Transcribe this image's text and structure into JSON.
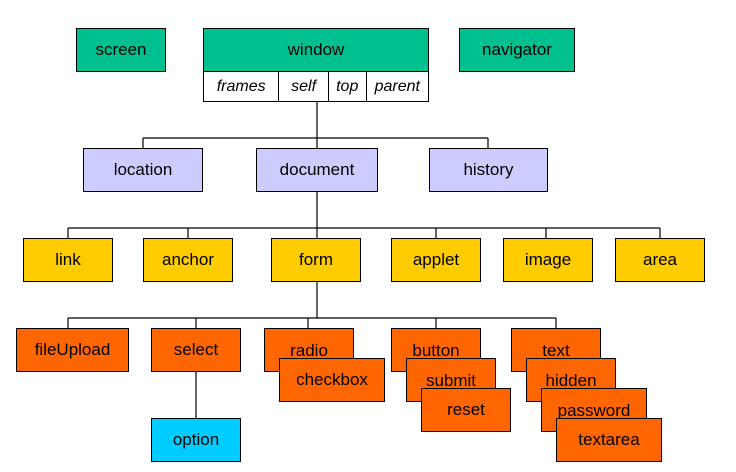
{
  "colors": {
    "top_level": "#00c08f",
    "second_level": "#ccccff",
    "third_level": "#ffcc00",
    "form_elements": "#ff6600",
    "option": "#00ccff"
  },
  "top": {
    "screen": "screen",
    "window": "window",
    "navigator": "navigator"
  },
  "window_props": [
    "frames",
    "self",
    "top",
    "parent"
  ],
  "level2": {
    "location": "location",
    "document": "document",
    "history": "history"
  },
  "level3": {
    "link": "link",
    "anchor": "anchor",
    "form": "form",
    "applet": "applet",
    "image": "image",
    "area": "area"
  },
  "form_elements": {
    "fileUpload": "fileUpload",
    "select": "select",
    "radio": "radio",
    "checkbox": "checkbox",
    "button": "button",
    "submit": "submit",
    "reset": "reset",
    "text": "text",
    "hidden": "hidden",
    "password": "password",
    "textarea": "textarea"
  },
  "option": "option"
}
